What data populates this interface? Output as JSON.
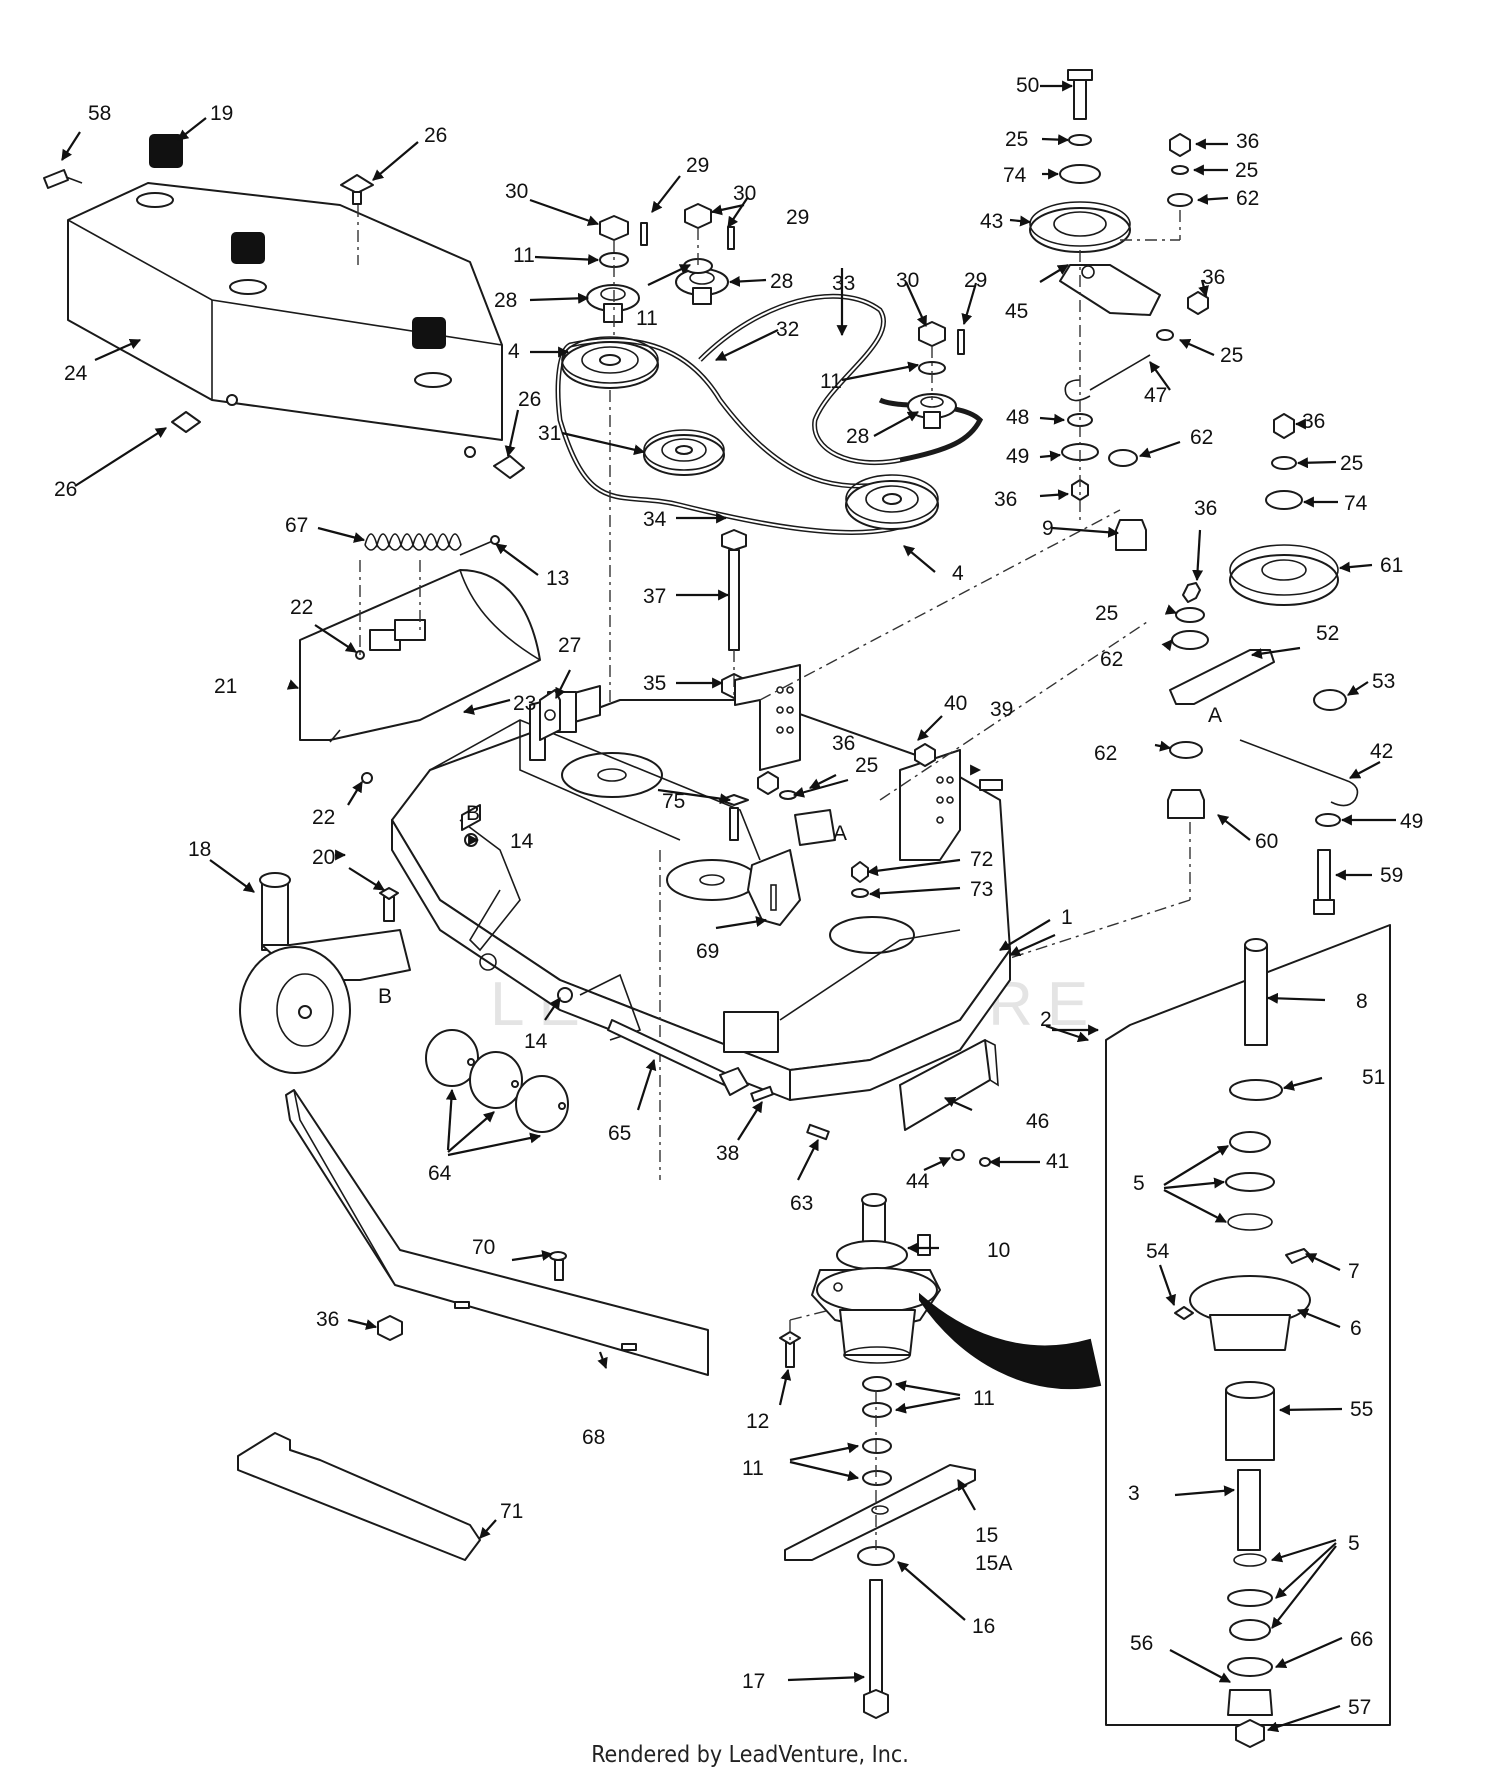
{
  "watermark": "LEADVENTURE",
  "footer": "Rendered by LeadVenture, Inc.",
  "reference_letters": [
    "A",
    "A",
    "B",
    "B"
  ],
  "callouts": [
    "1",
    "2",
    "3",
    "4",
    "4",
    "5",
    "5",
    "6",
    "7",
    "8",
    "9",
    "10",
    "11",
    "11",
    "11",
    "11",
    "11",
    "12",
    "13",
    "14",
    "14",
    "15",
    "15A",
    "16",
    "17",
    "18",
    "19",
    "20",
    "21",
    "22",
    "22",
    "23",
    "24",
    "25",
    "25",
    "25",
    "25",
    "25",
    "25",
    "26",
    "26",
    "26",
    "27",
    "28",
    "28",
    "28",
    "29",
    "29",
    "29",
    "30",
    "30",
    "30",
    "31",
    "32",
    "33",
    "34",
    "35",
    "36",
    "36",
    "36",
    "36",
    "36",
    "36",
    "36",
    "37",
    "38",
    "39",
    "40",
    "41",
    "42",
    "43",
    "44",
    "45",
    "46",
    "47",
    "48",
    "49",
    "49",
    "50",
    "51",
    "52",
    "53",
    "54",
    "55",
    "56",
    "57",
    "58",
    "59",
    "60",
    "61",
    "62",
    "62",
    "62",
    "62",
    "63",
    "64",
    "65",
    "66",
    "67",
    "68",
    "69",
    "70",
    "71",
    "72",
    "73",
    "74",
    "74",
    "75"
  ]
}
